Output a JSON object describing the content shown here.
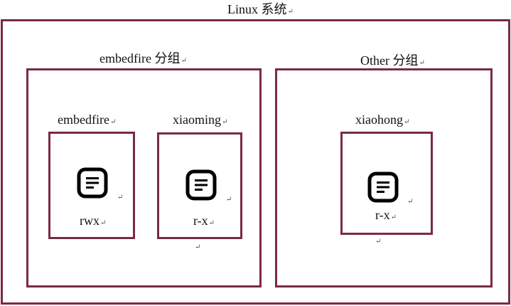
{
  "system": {
    "title": "Linux 系统"
  },
  "groups": [
    {
      "title": "embedfire 分组",
      "users": [
        {
          "name": "embedfire",
          "permission": "rwx"
        },
        {
          "name": "xiaoming",
          "permission": "r-x"
        }
      ]
    },
    {
      "title": "Other 分组",
      "users": [
        {
          "name": "xiaohong",
          "permission": "r-x"
        }
      ]
    }
  ],
  "icons": {
    "file": "document-icon",
    "paragraph_mark": "↵"
  },
  "colors": {
    "border": "#7a2a45",
    "icon": "#000000",
    "text": "#111111"
  }
}
